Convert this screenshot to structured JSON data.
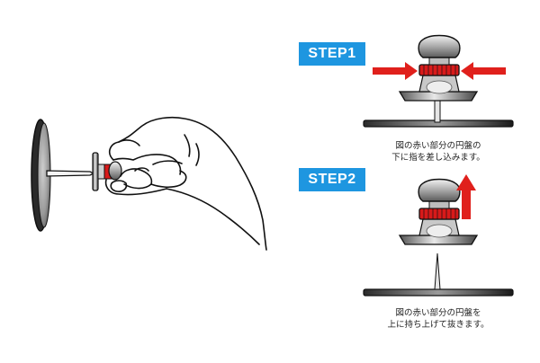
{
  "steps": [
    {
      "label": "STEP1",
      "caption_line1": "図の赤い部分の円盤の",
      "caption_line2": "下に指を差し込みます。"
    },
    {
      "label": "STEP2",
      "caption_line1": "図の赤い部分の円盤を",
      "caption_line2": "上に持ち上げて抜きます。"
    }
  ],
  "colors": {
    "badge": "#1e96e0",
    "arrow": "#e0201c",
    "red_disc": "#d81a1a",
    "line": "#111111",
    "gray_dark": "#2a2a2a",
    "gray_mid": "#8a8a8a",
    "gray_light": "#d8d8d8"
  },
  "icons": {
    "hand": "hand-pinching-icon",
    "pin": "push-pin-icon",
    "arrow_in": "arrow-inward-icon",
    "arrow_up": "arrow-up-icon"
  }
}
